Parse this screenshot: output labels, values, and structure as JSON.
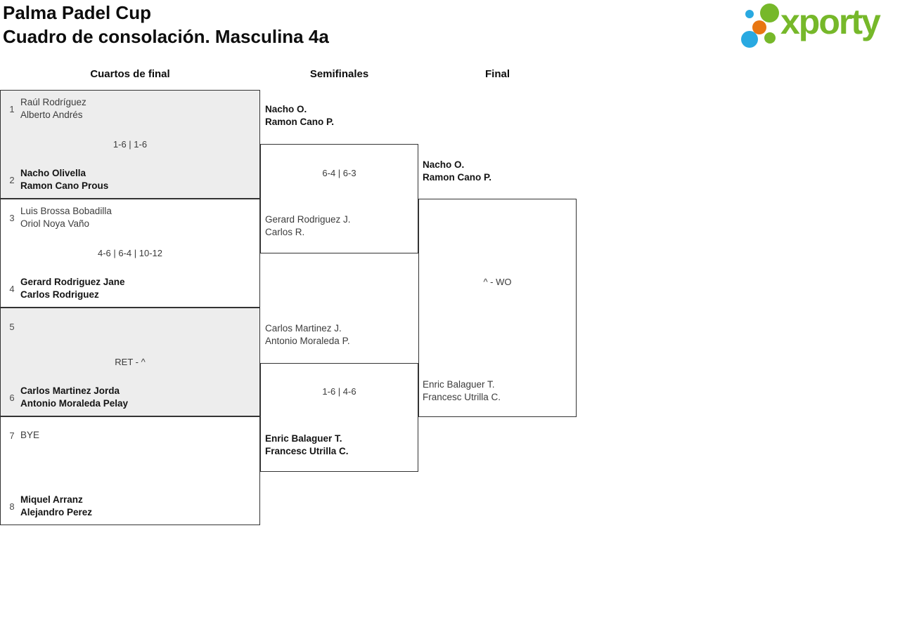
{
  "header": {
    "title": "Palma Padel Cup",
    "subtitle": "Cuadro de consolación. Masculina 4a"
  },
  "logo": {
    "text": "xporty"
  },
  "rounds": {
    "quarterfinals": "Cuartos de final",
    "semifinals": "Semifinales",
    "final": "Final"
  },
  "bracket": {
    "quarterfinals": [
      {
        "seed_top": "1",
        "team_top_line1": "Raúl Rodríguez",
        "team_top_line2": "Alberto Andrés",
        "score": "1-6 | 1-6",
        "seed_bottom": "2",
        "team_bottom_line1": "Nacho Olivella",
        "team_bottom_line2": "Ramon Cano Prous",
        "winner": "bottom"
      },
      {
        "seed_top": "3",
        "team_top_line1": "Luis Brossa Bobadilla",
        "team_top_line2": "Oriol Noya Vaño",
        "score": "4-6 | 6-4 | 10-12",
        "seed_bottom": "4",
        "team_bottom_line1": "Gerard Rodriguez Jane",
        "team_bottom_line2": "Carlos Rodriguez",
        "winner": "bottom"
      },
      {
        "seed_top": "5",
        "team_top_line1": "",
        "team_top_line2": "",
        "score": "RET - ^",
        "seed_bottom": "6",
        "team_bottom_line1": "Carlos Martinez Jorda",
        "team_bottom_line2": "Antonio Moraleda Pelay",
        "winner": "bottom"
      },
      {
        "seed_top": "7",
        "team_top_line1": "BYE",
        "team_top_line2": "",
        "score": "",
        "seed_bottom": "8",
        "team_bottom_line1": "Miquel Arranz",
        "team_bottom_line2": "Alejandro Perez",
        "winner": "bottom"
      }
    ],
    "semifinals": [
      {
        "team_top_line1": "Nacho O.",
        "team_top_line2": "Ramon Cano P.",
        "score": "6-4 | 6-3",
        "team_bottom_line1": "Gerard Rodriguez J.",
        "team_bottom_line2": "Carlos R.",
        "winner": "top"
      },
      {
        "team_top_line1": "Carlos Martinez J.",
        "team_top_line2": "Antonio Moraleda P.",
        "score": "1-6 | 4-6",
        "team_bottom_line1": "Enric Balaguer T.",
        "team_bottom_line2": "Francesc Utrilla C.",
        "winner": "bottom"
      }
    ],
    "final": {
      "team_top_line1": "Nacho O.",
      "team_top_line2": "Ramon Cano P.",
      "score": "^ - WO",
      "team_bottom_line1": "Enric Balaguer T.",
      "team_bottom_line2": "Francesc Utrilla C.",
      "winner": "top"
    }
  },
  "colors": {
    "logo_green": "#76b82a",
    "logo_blue": "#29a9e1",
    "logo_orange": "#e87611",
    "match_alt_background": "#ededed",
    "border": "#333333"
  }
}
